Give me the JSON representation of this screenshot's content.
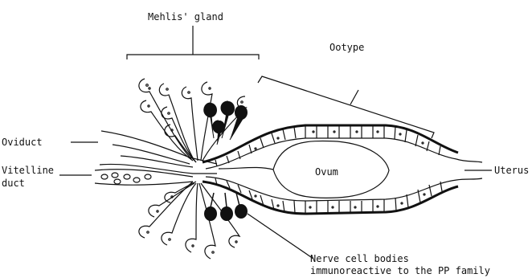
{
  "labels": {
    "mehlis_gland": "Mehlis' gland",
    "ootype": "Ootype",
    "oviduct": "Oviduct",
    "vitelline_line1": "Vitelline",
    "vitelline_line2": "duct",
    "ovum": "Ovum",
    "uterus": "Uterus",
    "nerve_line1": "Nerve cell bodies",
    "nerve_line2": "immunoreactive to the PP family"
  },
  "colors": {
    "ink": "#111111",
    "background": "#ffffff"
  }
}
